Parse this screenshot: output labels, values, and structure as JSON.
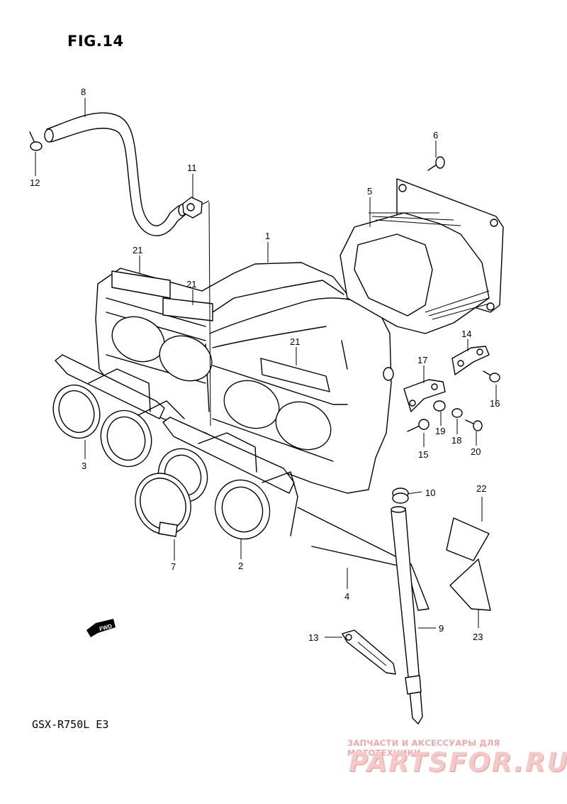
{
  "figure": {
    "title": "FIG.14"
  },
  "footer": {
    "model": "GSX-R750L  E3"
  },
  "direction_marker": {
    "text": "FWD",
    "icon": "forward-arrow-icon"
  },
  "watermark": {
    "text": "ЗАПЧАСТИ И АКСЕССУАРЫ ДЛЯ МОТОТЕХНИКИ",
    "logo": "PARTSFOR.RU",
    "color": "#f0a8a8"
  },
  "callouts": [
    {
      "id": "c1",
      "text": "1"
    },
    {
      "id": "c2",
      "text": "2"
    },
    {
      "id": "c3",
      "text": "3"
    },
    {
      "id": "c4",
      "text": "4"
    },
    {
      "id": "c5",
      "text": "5"
    },
    {
      "id": "c6",
      "text": "6"
    },
    {
      "id": "c7",
      "text": "7"
    },
    {
      "id": "c8",
      "text": "8"
    },
    {
      "id": "c9",
      "text": "9"
    },
    {
      "id": "c10",
      "text": "10"
    },
    {
      "id": "c11",
      "text": "11"
    },
    {
      "id": "c12",
      "text": "12"
    },
    {
      "id": "c13",
      "text": "13"
    },
    {
      "id": "c14",
      "text": "14"
    },
    {
      "id": "c15",
      "text": "15"
    },
    {
      "id": "c16",
      "text": "16"
    },
    {
      "id": "c17",
      "text": "17"
    },
    {
      "id": "c18",
      "text": "18"
    },
    {
      "id": "c19",
      "text": "19"
    },
    {
      "id": "c20",
      "text": "20"
    },
    {
      "id": "c21a",
      "text": "21"
    },
    {
      "id": "c21b",
      "text": "21"
    },
    {
      "id": "c21c",
      "text": "21"
    },
    {
      "id": "c22",
      "text": "22"
    },
    {
      "id": "c23",
      "text": "23"
    }
  ]
}
